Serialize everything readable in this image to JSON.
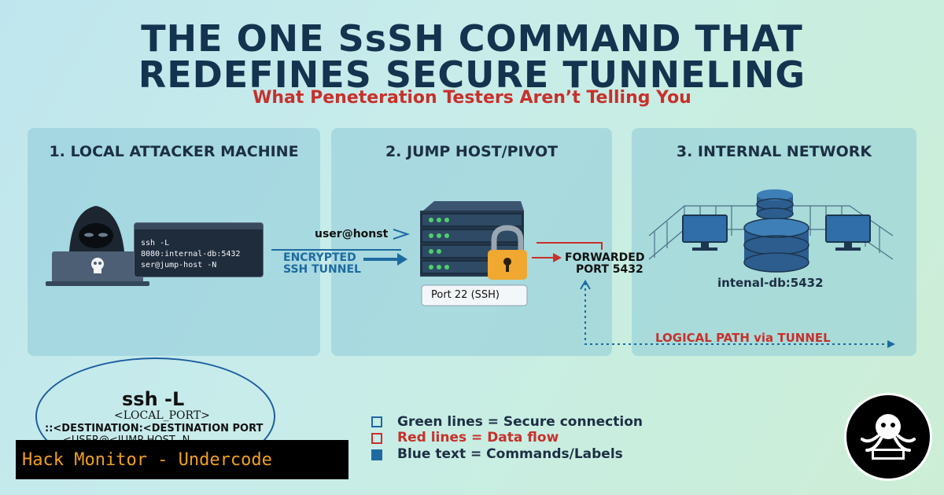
{
  "title_line1": "THE ONE SsSH COMMAND THAT",
  "title_line2": "REDEFINES SECURE TUNNELING",
  "subtitle": "What Peneteration Testers Aren’t Telling You",
  "panels": [
    {
      "title": "1. LOCAL ATTACKER MACHINE"
    },
    {
      "title": "2. JUMP HOST/PIVOT"
    },
    {
      "title": "3. INTERNAL NETWORK"
    }
  ],
  "terminal_lines": [
    "ssh -L",
    "8080:internal-db:5432",
    "ser@jump-host -N"
  ],
  "labels": {
    "user_host": "user@honst",
    "encrypted_1": "ENCRYPTED",
    "encrypted_2": "SSH TUNNEL",
    "forwarded_1": "FORWARDED",
    "forwarded_2": "PORT 5432",
    "port22": "Port 22 (SSH)",
    "internal_db": "intenal-db:5432",
    "logical_path": "LOGICAL PATH via TUNNEL"
  },
  "command": {
    "line1": "ssh -L",
    "line2": "<LOCAL_PORT>",
    "line3": "::<DESTINATION:<DESTINATION PORT",
    "line4": "<USER@<JUMP-HOST -N"
  },
  "legend": [
    {
      "text": "Green lines = Secure connection",
      "color": "#1e6aa0"
    },
    {
      "text": "Red lines = Data flow",
      "color": "#c8302b"
    },
    {
      "text": "Blue text = Commands/Labels",
      "color": "#1e6aa0"
    }
  ],
  "watermark": "Hack Monitor - Undercode",
  "colors": {
    "title": "#14334f",
    "accent_red": "#c8302b",
    "accent_blue": "#1e6aa0"
  },
  "icons": [
    "hacker-icon",
    "laptop-icon",
    "skull-icon",
    "server-rack-icon",
    "padlock-icon",
    "database-icon",
    "monitor-icon",
    "octopus-logo-icon"
  ]
}
